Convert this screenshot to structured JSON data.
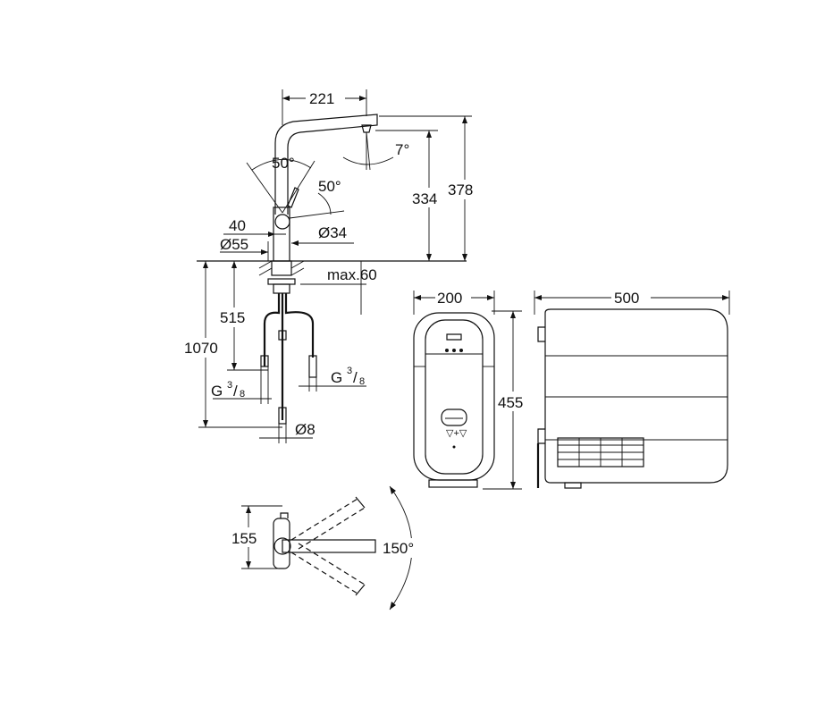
{
  "faucet_front": {
    "spout_reach": "221",
    "spout_angle": "7°",
    "swivel_angle_left": "50°",
    "swivel_angle_right": "50°",
    "spout_height": "334",
    "total_height": "378",
    "base_offset": "40",
    "base_diameter": "Ø55",
    "body_diameter": "Ø34",
    "max_thickness": "max.60",
    "hose_length_short": "515",
    "hose_length_long": "1070",
    "thread_left": "G",
    "thread_right": "G",
    "thread_numerator": "3",
    "thread_denominator": "8",
    "tube_diameter": "Ø8"
  },
  "unit_front": {
    "width": "200",
    "height": "455"
  },
  "unit_side": {
    "depth": "500"
  },
  "faucet_top": {
    "depth": "155",
    "swivel_range": "150°"
  }
}
